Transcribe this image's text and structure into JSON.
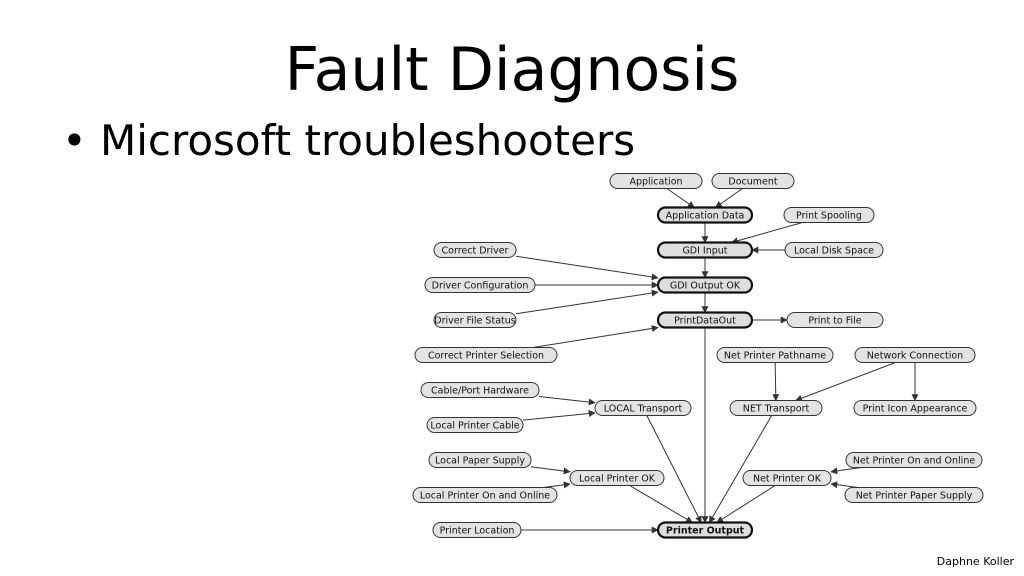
{
  "title": "Fault Diagnosis",
  "bullet": {
    "marker": "•",
    "text": "Microsoft troubleshooters"
  },
  "footer": "Daphne Koller",
  "diagram": {
    "nodes": [
      {
        "id": "application",
        "label": "Application",
        "bold": false
      },
      {
        "id": "document",
        "label": "Document",
        "bold": false
      },
      {
        "id": "application-data",
        "label": "Application Data",
        "bold": true
      },
      {
        "id": "print-spooling",
        "label": "Print Spooling",
        "bold": false
      },
      {
        "id": "gdi-input",
        "label": "GDI Input",
        "bold": true
      },
      {
        "id": "local-disk-space",
        "label": "Local Disk Space",
        "bold": false
      },
      {
        "id": "correct-driver",
        "label": "Correct Driver",
        "bold": false
      },
      {
        "id": "driver-configuration",
        "label": "Driver Configuration",
        "bold": false
      },
      {
        "id": "gdi-output-ok",
        "label": "GDI Output OK",
        "bold": true
      },
      {
        "id": "driver-file-status",
        "label": "Driver File Status",
        "bold": false
      },
      {
        "id": "printdataout",
        "label": "PrintDataOut",
        "bold": true
      },
      {
        "id": "print-to-file",
        "label": "Print to File",
        "bold": false
      },
      {
        "id": "correct-printer-selection",
        "label": "Correct Printer Selection",
        "bold": false
      },
      {
        "id": "net-printer-pathname",
        "label": "Net Printer Pathname",
        "bold": false
      },
      {
        "id": "network-connection",
        "label": "Network Connection",
        "bold": false
      },
      {
        "id": "cable-port-hardware",
        "label": "Cable/Port Hardware",
        "bold": false
      },
      {
        "id": "local-transport",
        "label": "LOCAL Transport",
        "bold": false
      },
      {
        "id": "net-transport",
        "label": "NET Transport",
        "bold": false
      },
      {
        "id": "print-icon-appearance",
        "label": "Print Icon Appearance",
        "bold": false
      },
      {
        "id": "local-printer-cable",
        "label": "Local Printer Cable",
        "bold": false
      },
      {
        "id": "local-paper-supply",
        "label": "Local Paper Supply",
        "bold": false
      },
      {
        "id": "net-printer-on-and-online",
        "label": "Net Printer On and Online",
        "bold": false
      },
      {
        "id": "local-printer-ok",
        "label": "Local Printer OK",
        "bold": false
      },
      {
        "id": "net-printer-ok",
        "label": "Net Printer OK",
        "bold": false
      },
      {
        "id": "local-printer-on-and-online",
        "label": "Local Printer On and Online",
        "bold": false
      },
      {
        "id": "net-printer-paper-supply",
        "label": "Net Printer Paper Supply",
        "bold": false
      },
      {
        "id": "printer-location",
        "label": "Printer Location",
        "bold": false
      },
      {
        "id": "printer-output",
        "label": "Printer Output",
        "bold": true,
        "strong": true
      }
    ],
    "edges": [
      [
        "application",
        "application-data"
      ],
      [
        "document",
        "application-data"
      ],
      [
        "application-data",
        "gdi-input"
      ],
      [
        "print-spooling",
        "gdi-input"
      ],
      [
        "local-disk-space",
        "gdi-input"
      ],
      [
        "gdi-input",
        "gdi-output-ok"
      ],
      [
        "correct-driver",
        "gdi-output-ok"
      ],
      [
        "driver-configuration",
        "gdi-output-ok"
      ],
      [
        "driver-file-status",
        "gdi-output-ok"
      ],
      [
        "gdi-output-ok",
        "printdataout"
      ],
      [
        "printdataout",
        "print-to-file"
      ],
      [
        "correct-printer-selection",
        "printdataout"
      ],
      [
        "printdataout",
        "printer-output"
      ],
      [
        "net-printer-pathname",
        "net-transport"
      ],
      [
        "network-connection",
        "net-transport"
      ],
      [
        "network-connection",
        "print-icon-appearance"
      ],
      [
        "cable-port-hardware",
        "local-transport"
      ],
      [
        "local-printer-cable",
        "local-transport"
      ],
      [
        "local-transport",
        "printer-output"
      ],
      [
        "net-transport",
        "printer-output"
      ],
      [
        "local-paper-supply",
        "local-printer-ok"
      ],
      [
        "local-printer-on-and-online",
        "local-printer-ok"
      ],
      [
        "local-printer-ok",
        "printer-output"
      ],
      [
        "net-printer-on-and-online",
        "net-printer-ok"
      ],
      [
        "net-printer-paper-supply",
        "net-printer-ok"
      ],
      [
        "net-printer-ok",
        "printer-output"
      ],
      [
        "printer-location",
        "printer-output"
      ]
    ]
  }
}
